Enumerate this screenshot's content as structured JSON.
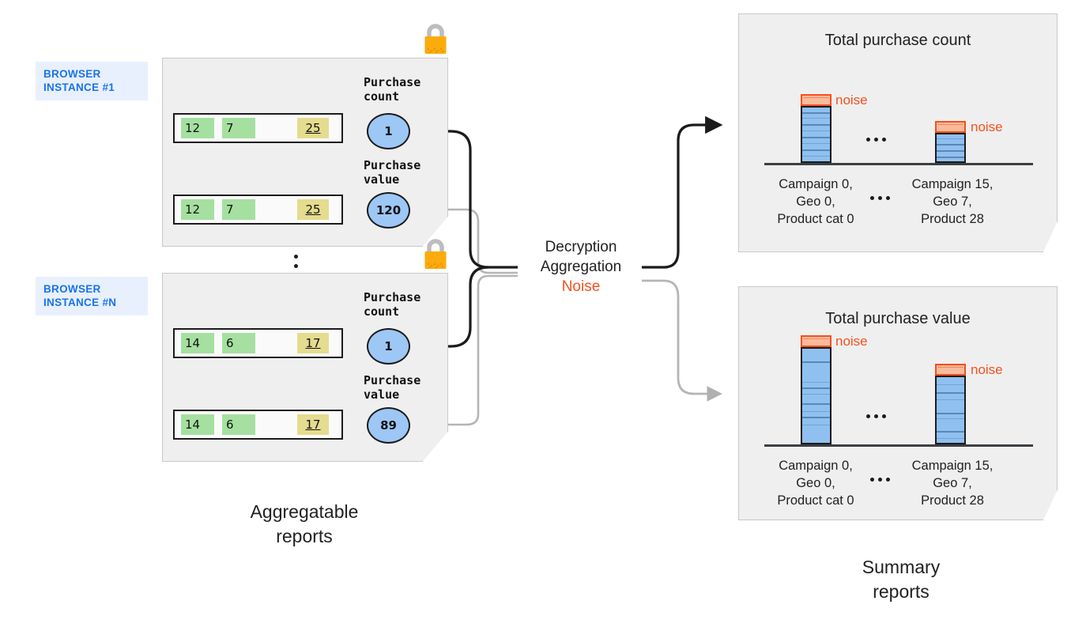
{
  "diagram": {
    "title": "Aggregatable reports to summary reports flow",
    "colors": {
      "badge_bg": "#e8f0fe",
      "badge_text": "#1a73e8",
      "panel_bg": "#efefef",
      "green_cell": "#a5e0a0",
      "yellow_cell": "#e4dc8e",
      "circle_blue": "#9dc7f5",
      "bar_blue": "#8fc0f0",
      "noise_orange": "#f4511e",
      "noise_fill": "#f9bb9b",
      "lock_body": "#fbab0b",
      "lock_shackle": "#bdbdbd"
    }
  },
  "left": {
    "caption": "Aggregatable\nreports",
    "instances": [
      {
        "badge": "BROWSER\nINSTANCE #1",
        "lock_icon": "padlock-icon",
        "rows": [
          {
            "cells": [
              "12",
              "7"
            ],
            "value": "25"
          },
          {
            "cells": [
              "12",
              "7"
            ],
            "value": "25"
          }
        ],
        "metrics": [
          {
            "label": "Purchase\ncount",
            "value": "1"
          },
          {
            "label": "Purchase\nvalue",
            "value": "120"
          }
        ]
      },
      {
        "badge": "BROWSER\nINSTANCE #N",
        "lock_icon": "padlock-icon",
        "rows": [
          {
            "cells": [
              "14",
              "6"
            ],
            "value": "17"
          },
          {
            "cells": [
              "14",
              "6"
            ],
            "value": "17"
          }
        ],
        "metrics": [
          {
            "label": "Purchase\ncount",
            "value": "1"
          },
          {
            "label": "Purchase\nvalue",
            "value": "89"
          }
        ]
      }
    ],
    "ellipsis": "⋮"
  },
  "center": {
    "line1": "Decryption",
    "line2": "Aggregation",
    "line3": "Noise"
  },
  "right": {
    "caption": "Summary\nreports",
    "chart_data": [
      {
        "type": "bar",
        "title": "Total purchase count",
        "categories": [
          "Campaign 0,\nGeo 0,\nProduct cat 0",
          "Campaign 15,\nGeo 7,\nProduct 28"
        ],
        "values": [
          9,
          5
        ],
        "noise": [
          1,
          1
        ],
        "noise_label": "noise",
        "gap_marker": "…",
        "xlabel": "",
        "ylabel": "",
        "ylim": [
          0,
          11
        ],
        "grid": false,
        "legend": "none",
        "segments": [
          [
            0.08,
            0.18,
            0.29,
            0.4,
            0.51,
            0.62,
            0.73,
            0.84
          ],
          [
            0.12,
            0.3,
            0.5,
            0.7,
            0.88
          ]
        ]
      },
      {
        "type": "bar",
        "title": "Total purchase value",
        "categories": [
          "Campaign 0,\nGeo 0,\nProduct cat 0",
          "Campaign 15,\nGeo 7,\nProduct 28"
        ],
        "values": [
          11,
          8
        ],
        "noise": [
          1,
          1
        ],
        "noise_label": "noise",
        "gap_marker": "…",
        "xlabel": "",
        "ylabel": "",
        "ylim": [
          0,
          13
        ],
        "grid": false,
        "legend": "none",
        "segments": [
          [
            0.13,
            0.34,
            0.4,
            0.46,
            0.56,
            0.64,
            0.7,
            0.78
          ],
          [
            0.1,
            0.22,
            0.32,
            0.52,
            0.6,
            0.78,
            0.88
          ]
        ]
      }
    ]
  }
}
